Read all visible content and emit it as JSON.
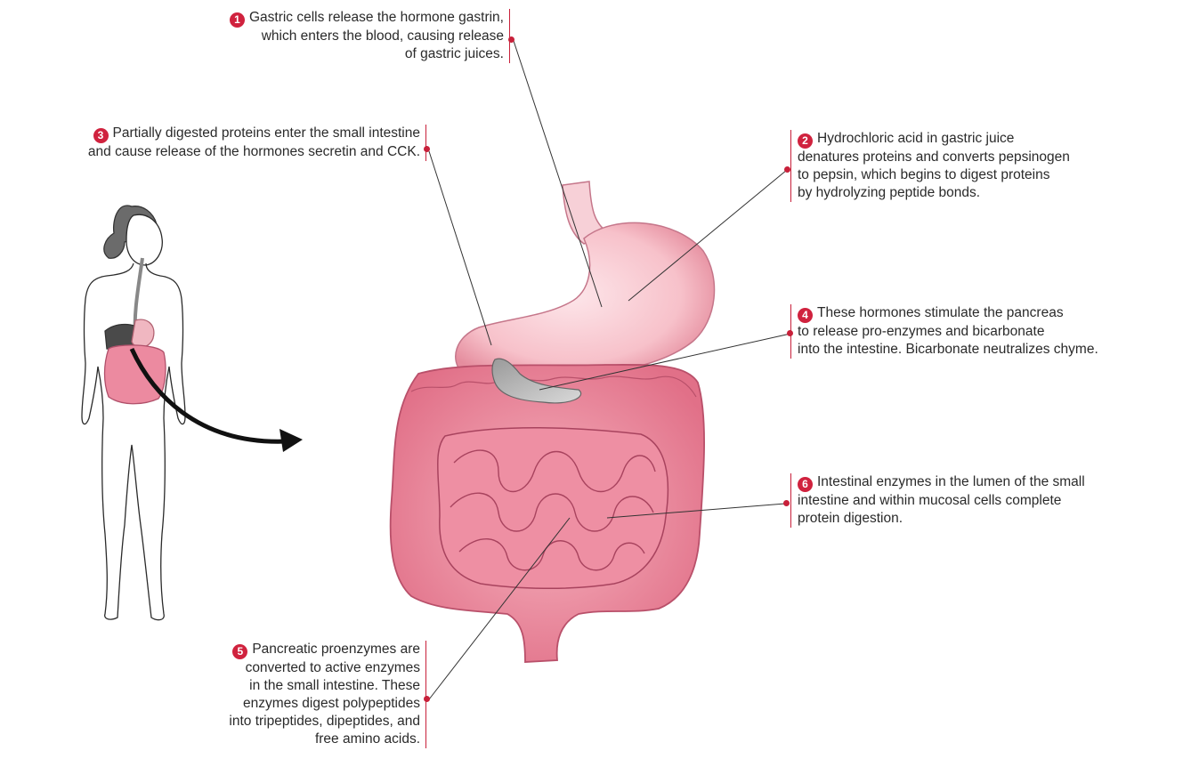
{
  "colors": {
    "accent": "#d0223e",
    "tissue": "#f3a7b3",
    "tissue_dark": "#e07387",
    "leader": "#333333"
  },
  "steps": [
    {
      "n": "1",
      "lines": [
        "Gastric cells release the hormone gastrin,",
        "which enters the blood, causing release",
        "of gastric juices."
      ]
    },
    {
      "n": "2",
      "lines": [
        "Hydrochloric acid in gastric juice",
        "denatures proteins and converts pepsinogen",
        "to pepsin, which begins to digest proteins",
        "by hydrolyzing peptide bonds."
      ]
    },
    {
      "n": "3",
      "lines": [
        "Partially digested proteins enter the small intestine",
        "and cause release of the hormones secretin and CCK."
      ]
    },
    {
      "n": "4",
      "lines": [
        "These hormones stimulate the pancreas",
        "to release pro-enzymes and bicarbonate",
        "into the intestine.  Bicarbonate neutralizes chyme."
      ]
    },
    {
      "n": "5",
      "lines": [
        "Pancreatic proenzymes are",
        "converted to active enzymes",
        "in the small intestine.  These",
        "enzymes digest polypeptides",
        "into tripeptides, dipeptides, and",
        "free amino acids."
      ]
    },
    {
      "n": "6",
      "lines": [
        "Intestinal enzymes in the lumen of the small",
        "intestine and within mucosal cells complete",
        "protein digestion."
      ]
    }
  ]
}
